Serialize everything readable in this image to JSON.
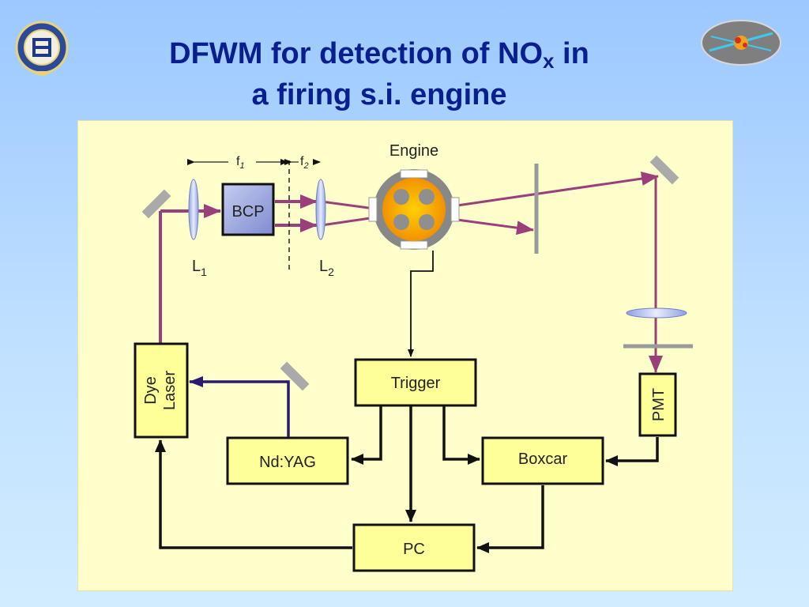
{
  "slide": {
    "title_main": "DFWM for detection of NO",
    "title_sub": "x",
    "title_tail": " in",
    "title_line2": "a firing s.i. engine"
  },
  "diagram": {
    "engine_label": "Engine",
    "bcp_label": "BCP",
    "f1_label": "f",
    "f1_sub": "1",
    "f2_label": "f",
    "f2_sub": "2",
    "l1_label": "L",
    "l1_sub": "1",
    "l2_label": "L",
    "l2_sub": "2",
    "dye_laser_line1": "Dye",
    "dye_laser_line2": "Laser",
    "ndyag_label": "Nd:YAG",
    "trigger_label": "Trigger",
    "boxcar_label": "Boxcar",
    "pmt_label": "PMT",
    "pc_label": "PC"
  },
  "colors": {
    "background_top": "#9cc8ff",
    "title": "#0a1f8f",
    "panel": "#ffffcc",
    "box_fill": "#ffff99",
    "beam": "#9b3f7a",
    "pump_beam": "#2a1a70",
    "signal_lines": "#111111"
  },
  "icons": {
    "left_logo": "university-crest-icon",
    "right_logo": "molecule-laser-logo-icon"
  }
}
